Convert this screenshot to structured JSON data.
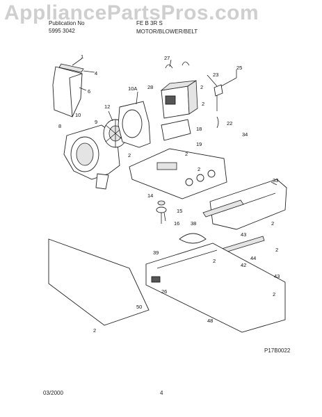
{
  "watermark": "AppliancePartsPros.com",
  "header": {
    "model_line": "Publication No",
    "pub_line": "5995  3042",
    "series_line": "FE  B  3R  S",
    "section_title": "MOTOR/BLOWER/BELT"
  },
  "footer": {
    "date": "03/2000",
    "page": "4",
    "drawing_code": "P17B0022"
  },
  "callouts": {
    "c1": "1",
    "c4": "4",
    "c6": "6",
    "c10": "10",
    "c8": "8",
    "c10a": "10A",
    "c12": "12",
    "c9": "9",
    "c2a": "2",
    "c27": "27",
    "c28": "28",
    "c2b": "2",
    "c2c": "2",
    "c23": "23",
    "c25": "25",
    "c22": "22",
    "c34": "34",
    "c18": "18",
    "c19": "19",
    "c2d": "2",
    "c2e": "2",
    "c33": "33",
    "c14": "14",
    "c15": "15",
    "c16": "16",
    "c38": "38",
    "c2f": "2",
    "c43a": "43",
    "c39": "39",
    "c2g": "2",
    "c44": "44",
    "c42": "42",
    "c43b": "43",
    "c2h": "2",
    "c26": "26",
    "c2i": "2",
    "c50": "50",
    "c48": "48",
    "c2j": "2"
  }
}
